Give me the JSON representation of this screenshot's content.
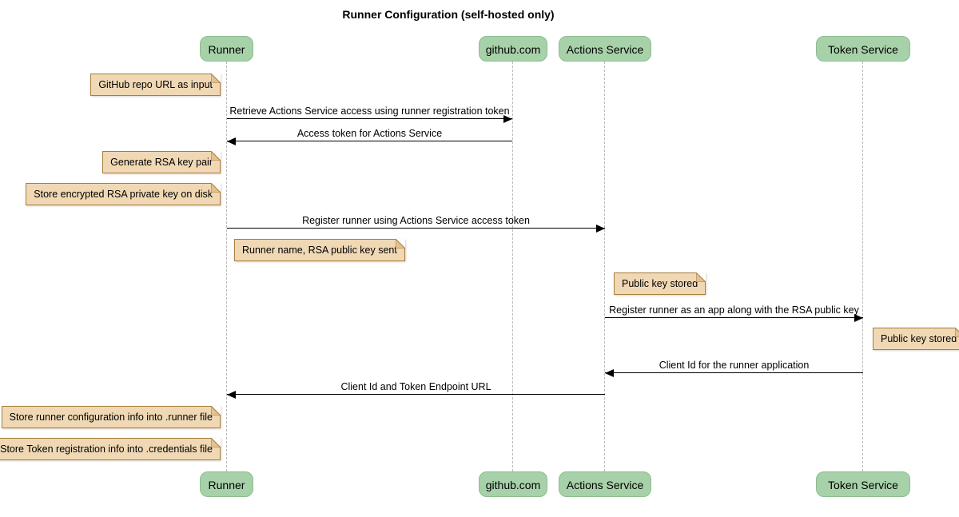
{
  "title": "Runner Configuration (self-hosted only)",
  "diagram_type": "sequence",
  "participants": [
    {
      "name": "Runner"
    },
    {
      "name": "github.com"
    },
    {
      "name": "Actions Service"
    },
    {
      "name": "Token Service"
    }
  ],
  "messages": [
    {
      "from": "Runner",
      "to": "github.com",
      "label": "Retrieve Actions Service access using runner registration token"
    },
    {
      "from": "github.com",
      "to": "Runner",
      "label": "Access token for Actions Service"
    },
    {
      "from": "Runner",
      "to": "Actions Service",
      "label": "Register runner using Actions Service access token"
    },
    {
      "from": "Actions Service",
      "to": "Token Service",
      "label": "Register runner as an app along with the RSA public key"
    },
    {
      "from": "Token Service",
      "to": "Actions Service",
      "label": "Client Id for the runner application"
    },
    {
      "from": "Actions Service",
      "to": "Runner",
      "label": "Client Id and Token Endpoint URL"
    }
  ],
  "notes": [
    {
      "anchor": "Runner",
      "side": "left",
      "text": "GitHub repo URL as input"
    },
    {
      "anchor": "Runner",
      "side": "left",
      "text": "Generate RSA key pair"
    },
    {
      "anchor": "Runner",
      "side": "left",
      "text": "Store encrypted RSA private key on disk"
    },
    {
      "anchor": "Runner",
      "side": "right",
      "text": "Runner name, RSA public key sent"
    },
    {
      "anchor": "Actions Service",
      "side": "right",
      "text": "Public key stored"
    },
    {
      "anchor": "Token Service",
      "side": "right",
      "text": "Public key stored"
    },
    {
      "anchor": "Runner",
      "side": "left",
      "text": "Store runner configuration info into .runner file"
    },
    {
      "anchor": "Runner",
      "side": "left",
      "text": "Store Token registration info into .credentials file"
    }
  ],
  "colors": {
    "participant_fill": "#A7D1A9",
    "participant_border": "#8CBD90",
    "note_fill": "#F0D8B4",
    "note_border": "#A97E3F",
    "note_fold": "#E4C18F",
    "lifeline": "#BBBBBB",
    "arrow": "#000000",
    "text": "#000000",
    "bg": "#FFFFFF"
  }
}
